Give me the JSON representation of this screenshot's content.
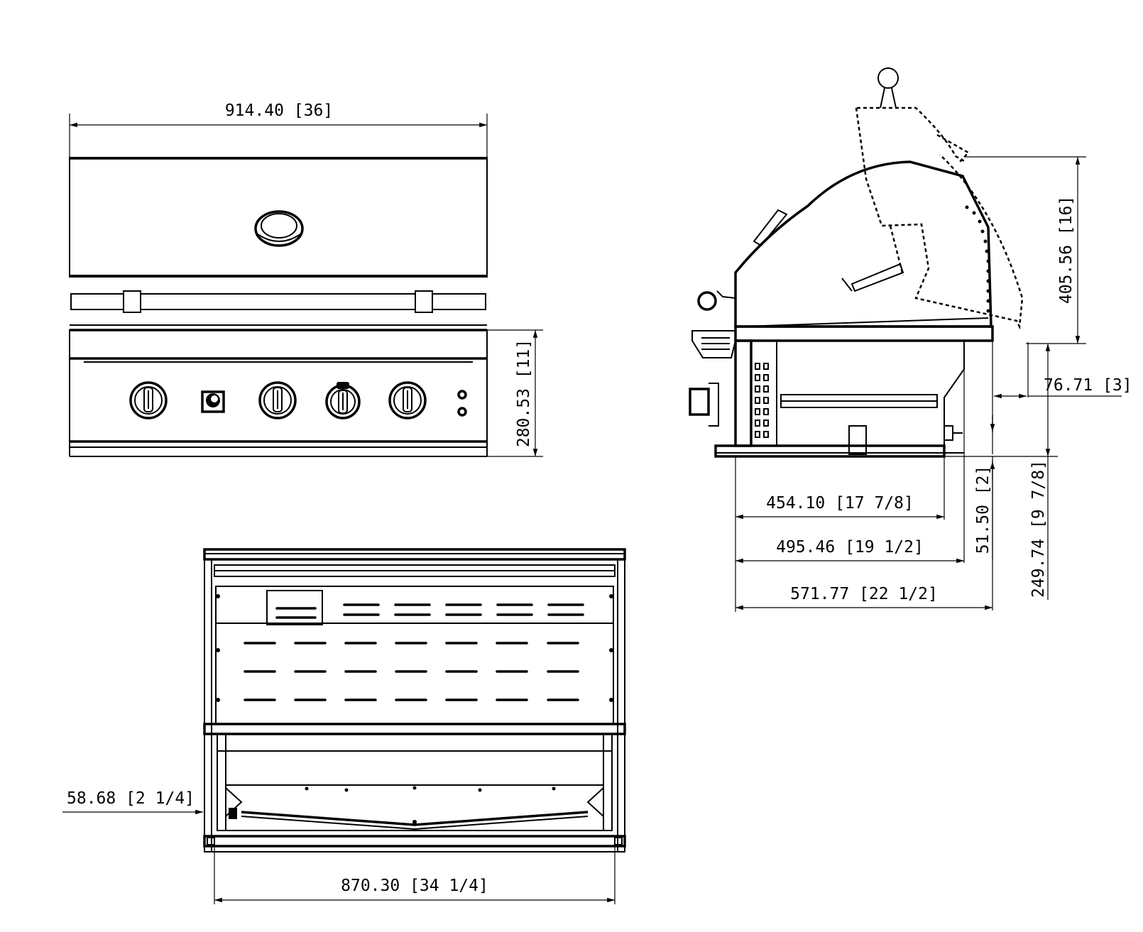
{
  "drawing": {
    "dimensions": {
      "front_width": "914.40 [36]",
      "front_height": "280.53 [11]",
      "lid_height": "405.56 [16]",
      "offset_a": "76.71 [3]",
      "side_depth_1": "454.10 [17 7/8]",
      "side_depth_2": "495.46 [19 1/2]",
      "side_depth_3": "571.77 [22 1/2]",
      "offset_b": "51.50 [2]",
      "side_height": "249.74 [9 7/8]",
      "back_offset": "58.68 [2 1/4]",
      "back_width": "870.30 [34 1/4]"
    },
    "colors": {
      "line": "#000000",
      "background": "#ffffff"
    }
  }
}
